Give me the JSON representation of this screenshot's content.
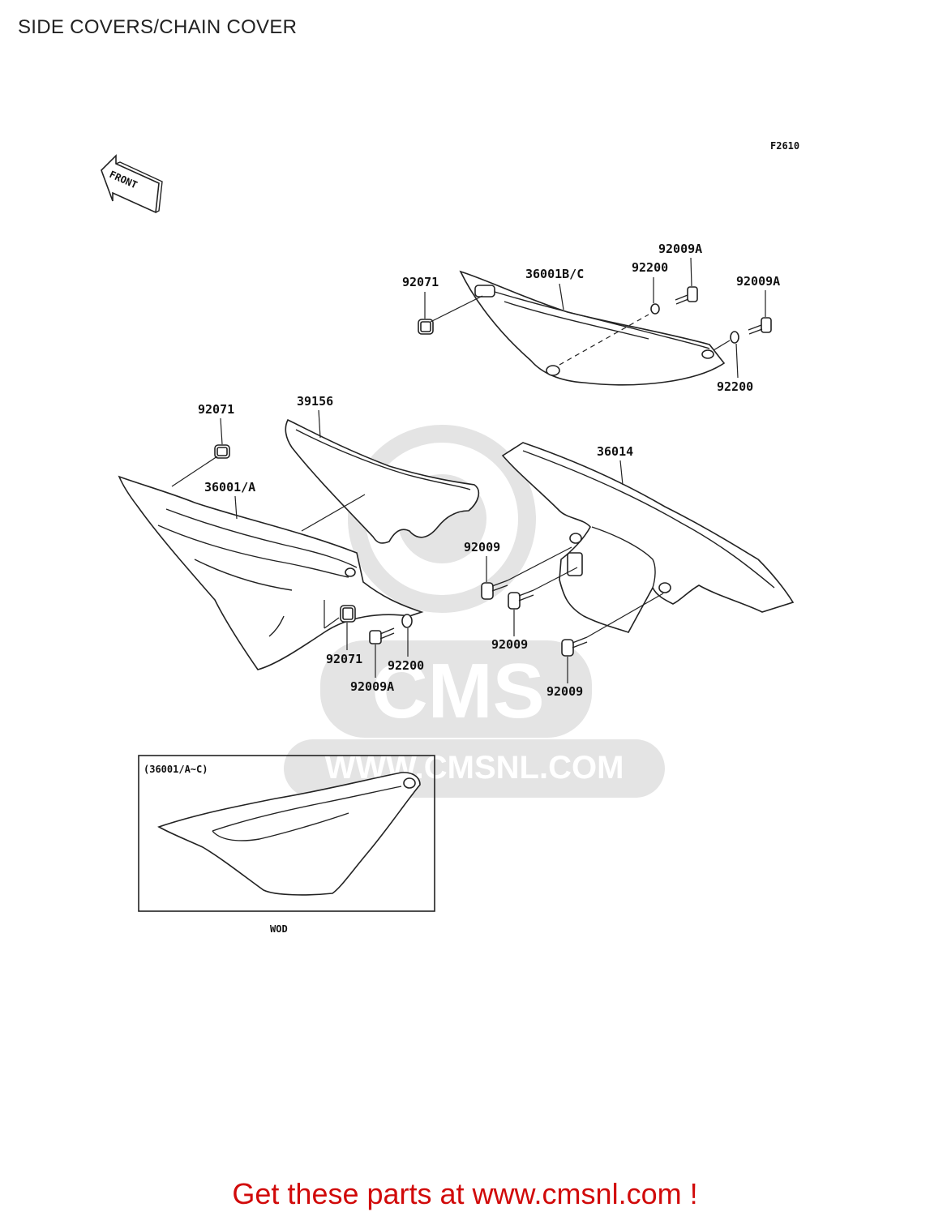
{
  "page": {
    "title": "SIDE COVERS/CHAIN COVER",
    "footer": "Get these parts at www.cmsnl.com !"
  },
  "diagram": {
    "figure_code": "F2610",
    "direction_arrow": "FRONT",
    "inset_caption": "(36001/A~C)",
    "inset_label": "WOD",
    "callouts": [
      "92071",
      "36001B/C",
      "92200",
      "92009A",
      "92009A",
      "92200",
      "92071",
      "39156",
      "36014",
      "36001/A",
      "92009",
      "92009",
      "92009",
      "92071",
      "92200",
      "92009A"
    ]
  },
  "watermark": {
    "logo_text": "CMS",
    "url_text": "WWW.CMSNL.COM"
  },
  "colors": {
    "footer_text": "#d10a0a",
    "watermark": "#e4e4e4"
  }
}
